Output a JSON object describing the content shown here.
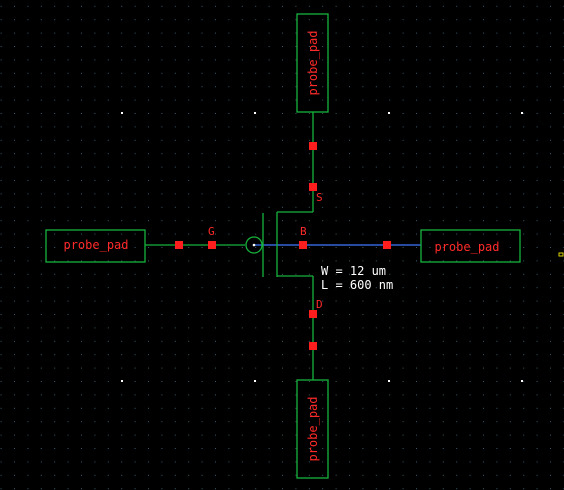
{
  "colors": {
    "background": "#000000",
    "grid_dot": "#3a5a6a",
    "grid_major": "#ffffff",
    "wire_green": "#17b33c",
    "wire_blue": "#3c78ff",
    "pin_red": "#ff1e1e",
    "text_red": "#ff2a2a",
    "text_white": "#ffffff",
    "marker_yellow": "#e0d000"
  },
  "pads": {
    "top": {
      "label": "probe_pad",
      "icon": "probe-pad-symbol"
    },
    "left": {
      "label": "probe_pad",
      "icon": "probe-pad-symbol"
    },
    "right": {
      "label": "probe_pad",
      "icon": "probe-pad-symbol"
    },
    "bottom": {
      "label": "probe_pad",
      "icon": "probe-pad-symbol"
    }
  },
  "transistor": {
    "icon": "mosfet-symbol",
    "pins": {
      "gate": "G",
      "source": "S",
      "drain": "D",
      "bulk": "B"
    },
    "params": {
      "width": "W = 12 um",
      "length": "L = 600 nm"
    }
  }
}
